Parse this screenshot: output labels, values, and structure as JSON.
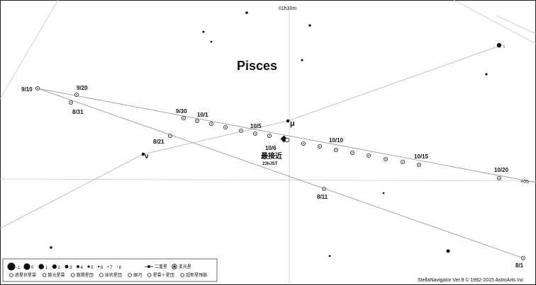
{
  "app": {
    "ra_label": "01h30m",
    "constellation": "Pisces",
    "dec_label": "+05",
    "credit": "StellaNavigator Ver.9  © 1992-2015 AstroArts Inc"
  },
  "closest": {
    "date": "10/6",
    "title": "最接近",
    "time": "23hJST"
  },
  "symbols": {
    "mu": "μ",
    "nu": "ν",
    "jupiter_glyph": "♃"
  },
  "date_labels": [
    "9/10",
    "9/20",
    "8/31",
    "9/30",
    "10/1",
    "10/5",
    "10/10",
    "10/15",
    "10/20",
    "8/21",
    "8/11",
    "8/1"
  ],
  "legend": {
    "row1": [
      "-1",
      "0",
      "1",
      "2",
      "3",
      "4",
      "5",
      "6",
      "7",
      "8"
    ],
    "double_star": "二重星",
    "variable_star": "変光星",
    "row2": [
      "惑星状星雲",
      "散光星雲",
      "散開星団",
      "球状星団",
      "銀河",
      "星雲＋星団",
      "超新星残骸"
    ]
  },
  "colors": {
    "ink": "#111111",
    "grid": "#c8c8c8",
    "track": "#9a9a9a"
  }
}
